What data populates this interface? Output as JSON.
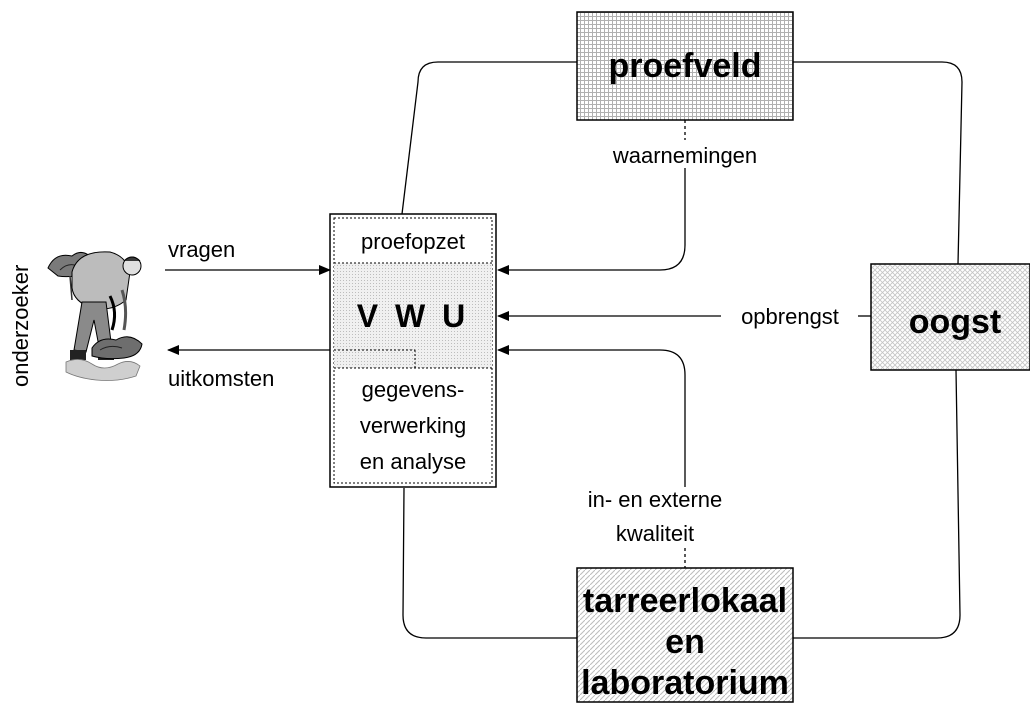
{
  "researcher": {
    "label": "onderzoeker",
    "figure": "researcher-with-plants"
  },
  "vwu": {
    "top_label": "proefopzet",
    "title": "V W U",
    "bottom_label_lines": [
      "gegevens-",
      "verwerking",
      "en analyse"
    ]
  },
  "arrows": {
    "vragen": "vragen",
    "uitkomsten": "uitkomsten",
    "waarnemingen": "waarnemingen",
    "opbrengst": "opbrengst",
    "kwaliteit_lines": [
      "in- en externe",
      "kwaliteit"
    ]
  },
  "boxes": {
    "proefveld": "proefveld",
    "oogst": "oogst",
    "tarreer_lines": [
      "tarreerlokaal",
      "en",
      "laboratorium"
    ]
  }
}
